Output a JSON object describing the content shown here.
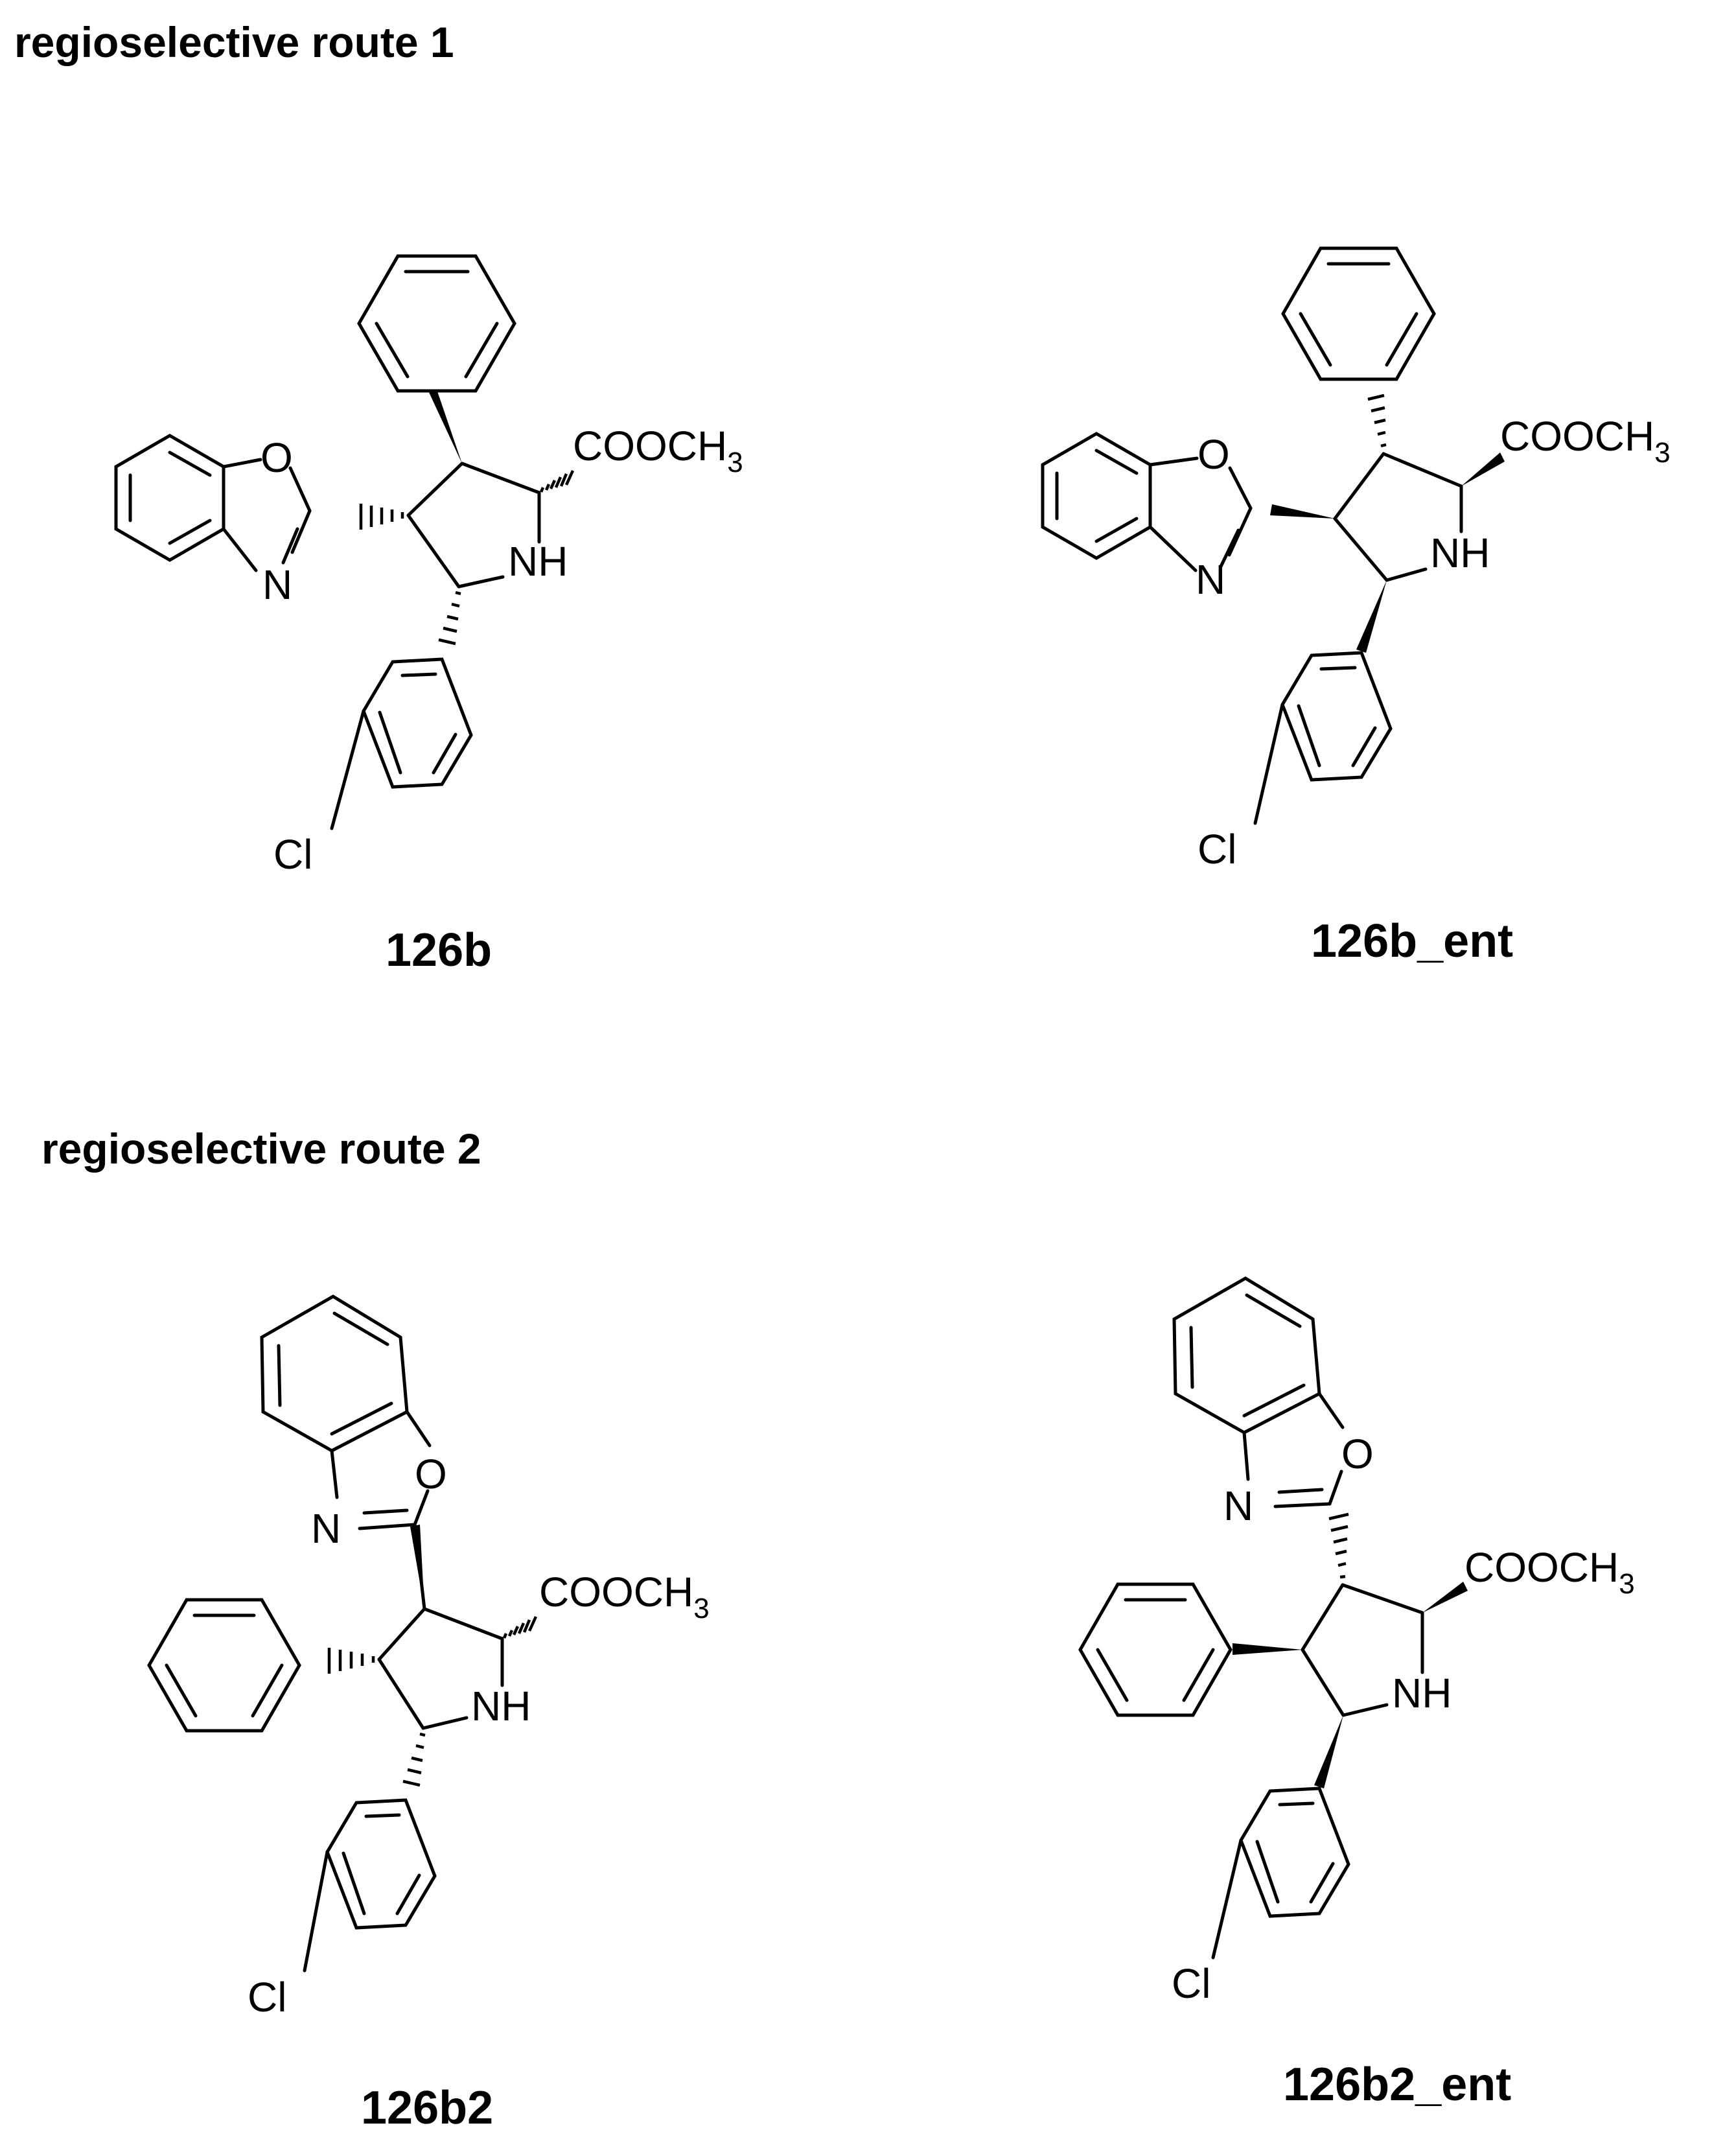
{
  "sections": [
    {
      "heading": "regioselective route 1"
    },
    {
      "heading": "regioselective route 2"
    }
  ],
  "molecules": [
    {
      "label": "126b",
      "ester": "COOCH",
      "ester_sub": "3",
      "amine": "NH",
      "oxazole_o": "O",
      "oxazole_n": "N",
      "halogen": "Cl"
    },
    {
      "label": "126b_ent",
      "ester": "COOCH",
      "ester_sub": "3",
      "amine": "NH",
      "oxazole_o": "O",
      "oxazole_n": "N",
      "halogen": "Cl"
    },
    {
      "label": "126b2",
      "ester": "COOCH",
      "ester_sub": "3",
      "amine": "NH",
      "oxazole_o": "O",
      "oxazole_n": "N",
      "halogen": "Cl"
    },
    {
      "label": "126b2_ent",
      "ester": "COOCH",
      "ester_sub": "3",
      "amine": "NH",
      "oxazole_o": "O",
      "oxazole_n": "N",
      "halogen": "Cl"
    }
  ]
}
